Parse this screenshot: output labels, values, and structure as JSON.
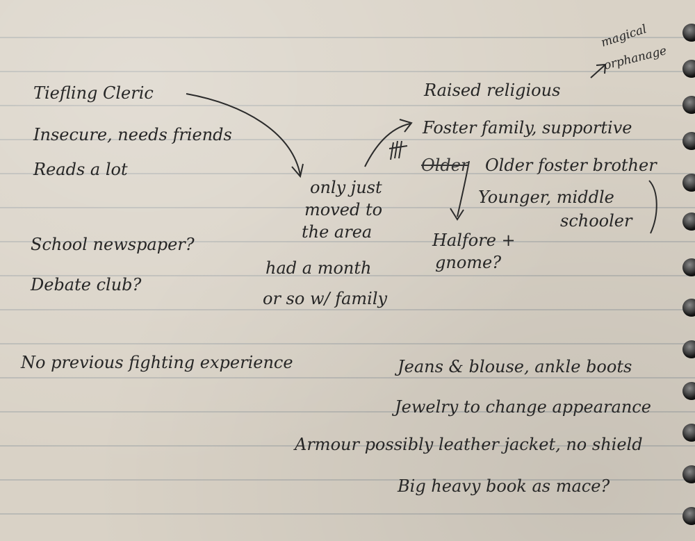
{
  "notes": {
    "left": {
      "class": "Tiefling Cleric",
      "insecure": "Insecure, needs friends",
      "reads": "Reads a lot",
      "newspaper": "School newspaper?",
      "debate": "Debate club?",
      "fighting": "No previous fighting experience"
    },
    "middle": {
      "moved_1": "only just",
      "moved_2": "moved to",
      "moved_3": "the area",
      "month_1": "had a month",
      "month_2": "or so w/ family"
    },
    "right": {
      "magical": "magical",
      "orphanage": "orphanage",
      "religious": "Raised religious",
      "foster": "Foster family, supportive",
      "crossed": "Older",
      "brother": "Older foster brother",
      "younger_1": "Younger, middle",
      "younger_2": "schooler",
      "halfore": "Halfore +",
      "gnome": "gnome?"
    },
    "bottom_right": {
      "jeans": "Jeans & blouse, ankle boots",
      "jewelry": "Jewelry to change appearance",
      "armour": "Armour possibly leather jacket, no shield",
      "book": "Big heavy book as mace?"
    }
  },
  "colors": {
    "ink": "#262626",
    "paper": "#d9d2c6",
    "rule": "#828c96"
  }
}
